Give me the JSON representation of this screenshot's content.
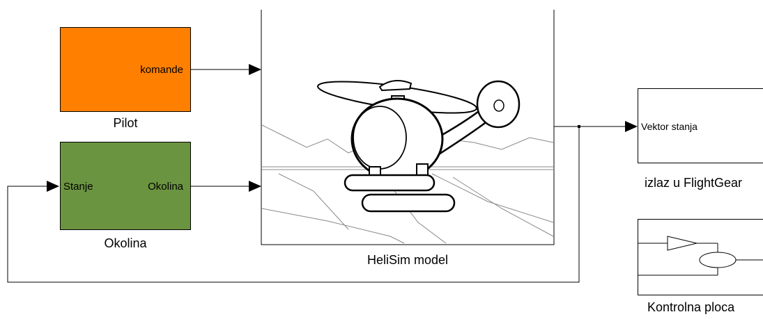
{
  "colors": {
    "pilot_fill": "#ff7f00",
    "okolina_fill": "#6b9440",
    "line": "#000000",
    "background": "#ffffff"
  },
  "blocks": {
    "pilot": {
      "caption": "Pilot",
      "output_port": "komande"
    },
    "okolina": {
      "caption": "Okolina",
      "input_port": "Stanje",
      "output_port": "Okolina"
    },
    "helisim": {
      "caption": "HeliSim model",
      "icon": "helicopter-icon"
    },
    "flightgear": {
      "caption": "izlaz u FlightGear",
      "input_port": "Vektor stanja"
    },
    "kontrolna": {
      "caption": "Kontrolna ploca",
      "icon": "gain-sum-icon"
    }
  }
}
